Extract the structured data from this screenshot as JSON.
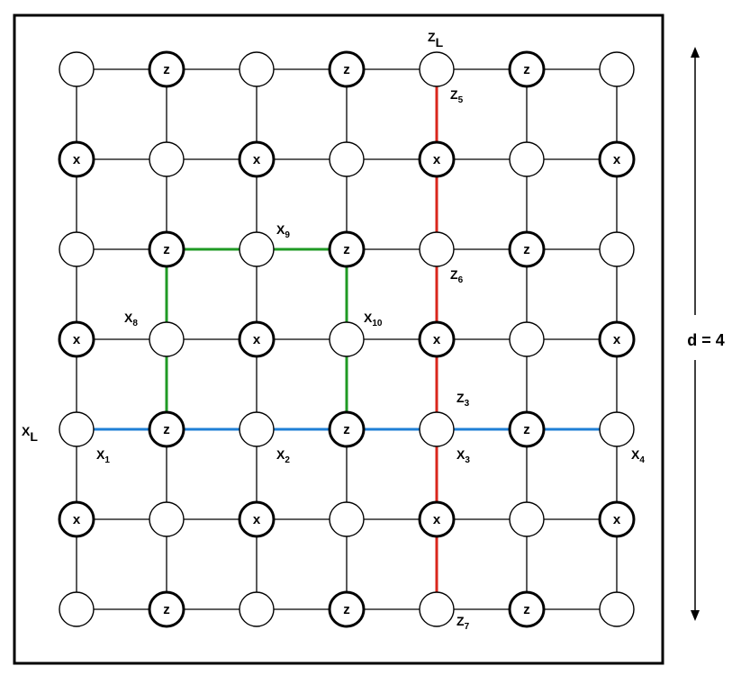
{
  "lattice": {
    "rows": [
      [
        "",
        "z",
        "",
        "z",
        "",
        "z",
        ""
      ],
      [
        "x",
        "",
        "x",
        "",
        "x",
        "",
        "x"
      ],
      [
        "",
        "z",
        "",
        "z",
        "",
        "z",
        ""
      ],
      [
        "x",
        "",
        "x",
        "",
        "x",
        "",
        "x"
      ],
      [
        "",
        "z",
        "",
        "z",
        "",
        "z",
        ""
      ],
      [
        "x",
        "",
        "x",
        "",
        "x",
        "",
        "x"
      ],
      [
        "",
        "z",
        "",
        "z",
        "",
        "z",
        ""
      ]
    ]
  },
  "paths": {
    "red": {
      "color": "#d9261c",
      "column": 4,
      "from_row": 0,
      "to_row": 6
    },
    "blue": {
      "color": "#1f7fd6",
      "row": 4,
      "from_col": 0,
      "to_col": 6
    },
    "green": {
      "color": "#1f9a24",
      "loop": [
        [
          4,
          1
        ],
        [
          2,
          1
        ],
        [
          2,
          3
        ],
        [
          4,
          3
        ]
      ]
    }
  },
  "labels": {
    "ZL": {
      "base": "Z",
      "sub": "L"
    },
    "XL": {
      "base": "X",
      "sub": "L"
    },
    "z5": {
      "base": "Z",
      "sub": "5"
    },
    "z6": {
      "base": "Z",
      "sub": "6"
    },
    "z3": {
      "base": "Z",
      "sub": "3"
    },
    "z7": {
      "base": "Z",
      "sub": "7"
    },
    "x1": {
      "base": "X",
      "sub": "1"
    },
    "x2": {
      "base": "X",
      "sub": "2"
    },
    "x3": {
      "base": "X",
      "sub": "3"
    },
    "x4": {
      "base": "X",
      "sub": "4"
    },
    "x8": {
      "base": "X",
      "sub": "8"
    },
    "x9": {
      "base": "X",
      "sub": "9"
    },
    "x10": {
      "base": "X",
      "sub": "10"
    }
  },
  "distance": {
    "label": "d = 4"
  }
}
